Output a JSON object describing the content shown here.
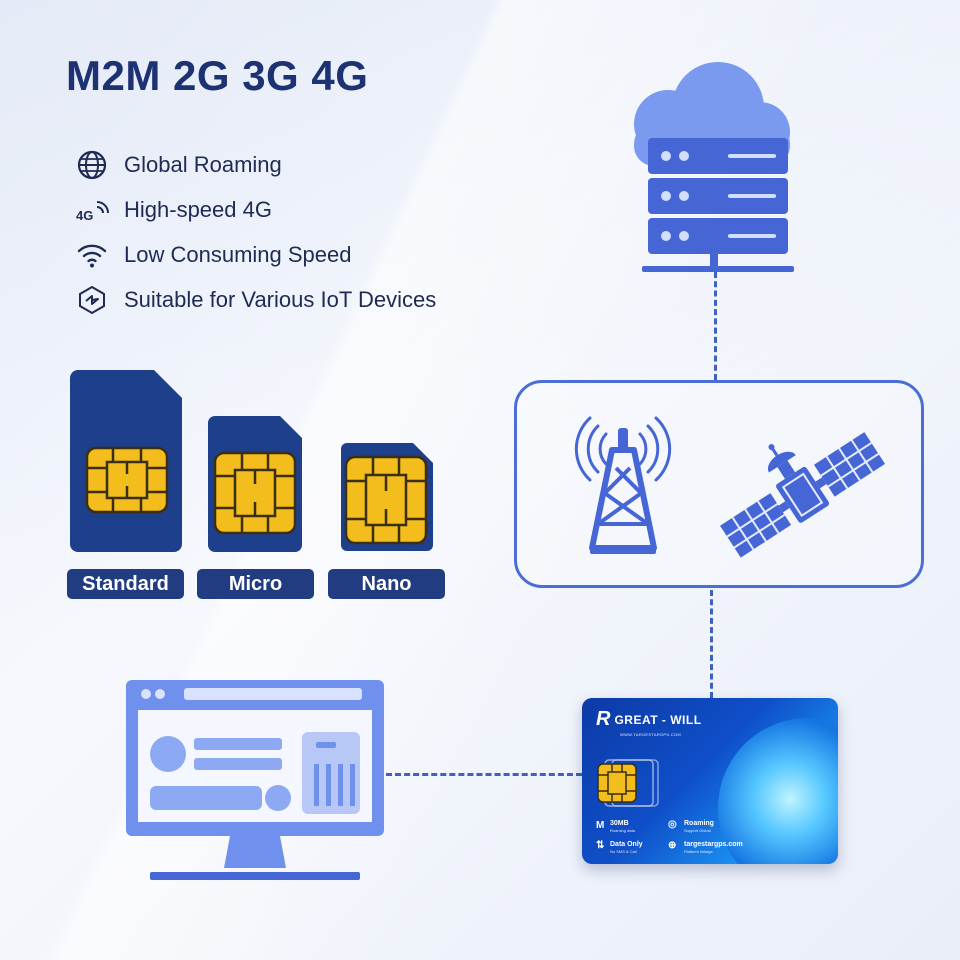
{
  "title": "M2M 2G 3G 4G",
  "features": [
    {
      "icon": "globe-icon",
      "label": "Global Roaming"
    },
    {
      "icon": "4g-signal-icon",
      "label": "High-speed 4G"
    },
    {
      "icon": "wifi-icon",
      "label": "Low Consuming Speed"
    },
    {
      "icon": "iot-device-icon",
      "label": "Suitable for Various IoT Devices"
    }
  ],
  "sim_sizes": [
    "Standard",
    "Micro",
    "Nano"
  ],
  "network_nodes": {
    "server": "cloud-server-icon",
    "tower": "cell-tower-icon",
    "satellite": "satellite-icon",
    "monitor": "computer-dashboard-icon"
  },
  "sim_card": {
    "brand": "GREAT - WILL",
    "brand_logo_letter": "R",
    "brand_url": "WWW.TARGESTARGPS.COM",
    "data_icon": "M",
    "data_amount": "30MB",
    "data_sub": "Roaming data",
    "roaming_title": "Roaming",
    "roaming_sub": "Support Global",
    "data_only_title": "Data Only",
    "data_only_sub": "No SMS & Call",
    "website": "targestargps.com",
    "website_sub": "Platform linkage"
  },
  "colors": {
    "title": "#1d3272",
    "accent": "#4a6ed5",
    "label_bg": "#213c80",
    "sim_body": "#1e3f8c",
    "chip": "#f2bd1d",
    "illustration": "#6f90ec"
  }
}
